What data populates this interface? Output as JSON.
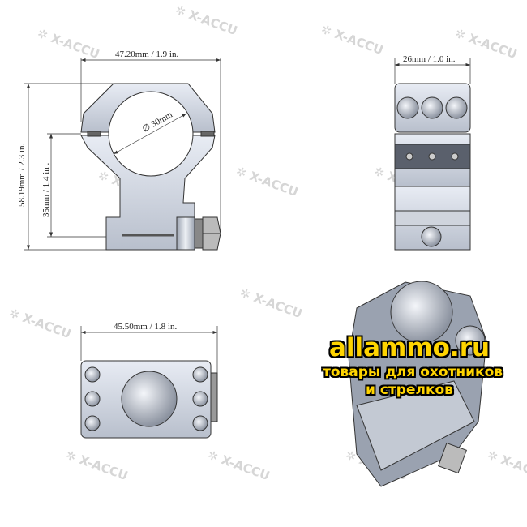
{
  "watermark": "✲ X-ACCU",
  "front_view": {
    "width_label": "47.20mm / 1.9 in.",
    "height_label": "58.19mm / 2.3 in.",
    "center_height_label": "35mm / 1.4 in .",
    "diameter_label": "∅ 30mm"
  },
  "side_view": {
    "width_label": "26mm / 1.0 in."
  },
  "bottom_view": {
    "width_label": "45.50mm / 1.8 in."
  },
  "promo": {
    "site": "allammo.ru",
    "line2": "товары для охотников",
    "line3": "и стрелков",
    "color": "#ffd400"
  }
}
